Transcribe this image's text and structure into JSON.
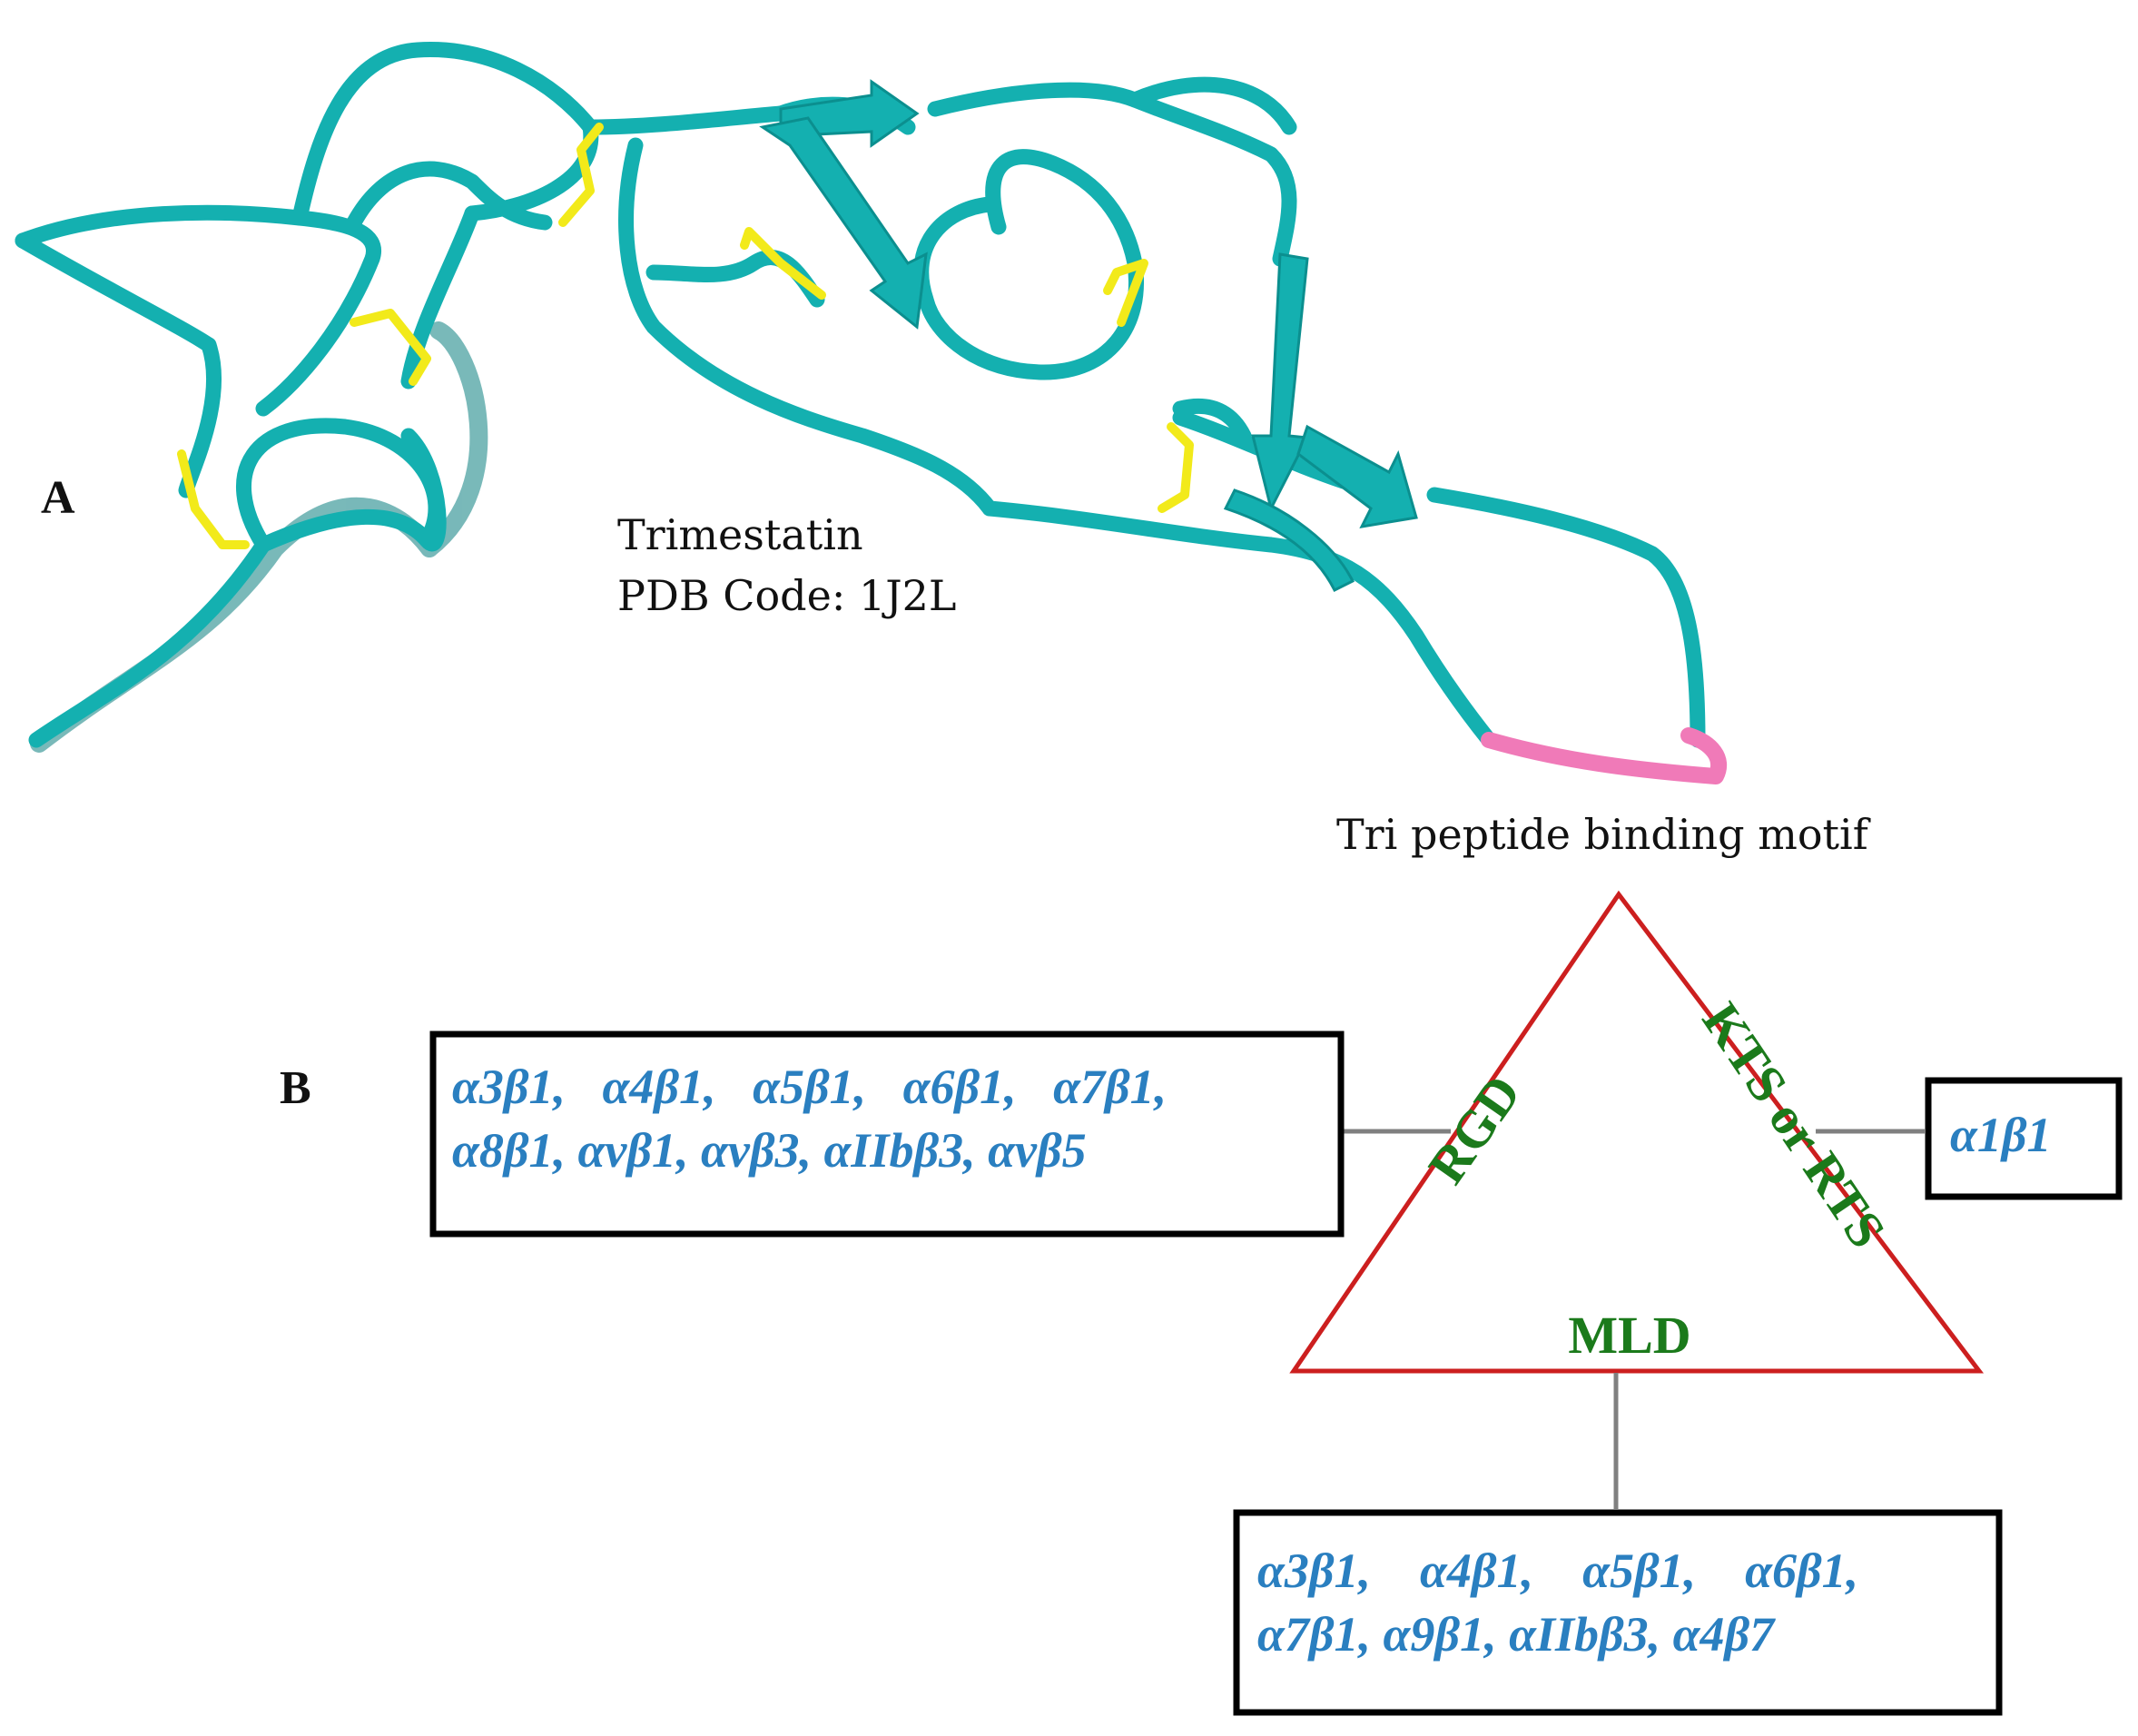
{
  "panel_a": {
    "label": "A",
    "protein_name": "Trimestatin",
    "pdb_code": "PDB Code: 1J2L",
    "motif_caption": "Tri peptide binding motif"
  },
  "panel_b": {
    "label": "B",
    "triangle": {
      "left_side": "RGD",
      "right_side": "KTS or RTS",
      "bottom_side": "MLD"
    },
    "rgd_integrins": {
      "line1": "α3β1,   α4β1,   α5β1,   α6β1,   α7β1,",
      "line2": "α8β1, αvβ1, αvβ3, αIIbβ3, αvβ5"
    },
    "kts_integrins": {
      "line1": "α1β1"
    },
    "mld_integrins": {
      "line1": "α3β1,    α4β1,    α5β1,    α6β1,",
      "line2": "α7β1, α9β1, αIIbβ3, α4β7"
    }
  },
  "colors": {
    "ribbon": "#14b0b0",
    "disulfide": "#f2ea1a",
    "binding_motif": "#f07ab8",
    "triangle": "#cc1f1f",
    "motif_text": "#1b7a1b",
    "integrin_text": "#2a7fc0",
    "connector": "#808080",
    "box_border": "#000000"
  }
}
